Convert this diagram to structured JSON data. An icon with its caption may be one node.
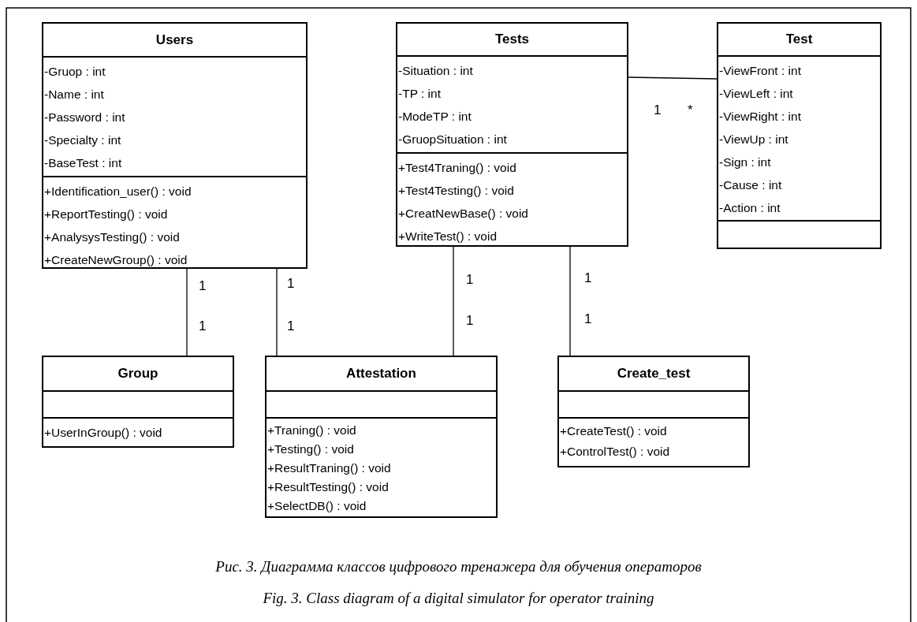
{
  "diagram": {
    "caption": "Рис. 3. Диаграмма классов цифрового тренажера для обучения операторов",
    "nodes": [
      {
        "text": [
          "Users",
          "-Gruop : int",
          "-Name : int",
          "-Password : int",
          "-Specialty : int",
          "-BaseTest : int",
          "+Identification_user() : void",
          "+ReportTesting() : void",
          "+AnalysysTesting() : void",
          "+CreateNewGroup() : void"
        ]
      },
      {
        "text": [
          "Tests",
          "-Situation : int",
          "-TP : int",
          "-ModeTP : int",
          "-GruopSituation : int",
          "+Test4Traning() : void",
          "+Test4Testing() : void",
          "+CreatNewBase() : void",
          "+WriteTest() : void"
        ]
      },
      {
        "text": [
          "Test",
          "-ViewFront : int",
          "-ViewLeft : int",
          "-ViewRight : int",
          "-ViewUp : int",
          "-Sign : int",
          "-Cause : int",
          "-Action : int"
        ]
      },
      {
        "text": [
          "Group",
          "+UserInGroup() : void"
        ]
      },
      {
        "text": [
          "Attestation",
          "+Traning() : void",
          "+Testing() : void",
          "+ResultTraning() : void",
          "+ResultTesting() : void",
          "+SelectDB() : void"
        ]
      },
      {
        "text": [
          "Create_test",
          "+CreateTest() : void",
          "+ControlTest() : void"
        ]
      }
    ],
    "edges": [
      {
        "from": 1,
        "to": 2,
        "arrow": "none"
      },
      {
        "from": 0,
        "to": 3,
        "arrow": "none"
      },
      {
        "from": 0,
        "to": 4,
        "arrow": "none"
      },
      {
        "from": 1,
        "to": 4,
        "arrow": "none"
      },
      {
        "from": 1,
        "to": 5,
        "arrow": "none"
      }
    ],
    "labels": [
      "1",
      "*",
      "1",
      "1",
      "1",
      "1",
      "1",
      "1",
      "1",
      "1",
      "Fig. 3. Class diagram of a digital simulator for operator training"
    ]
  }
}
